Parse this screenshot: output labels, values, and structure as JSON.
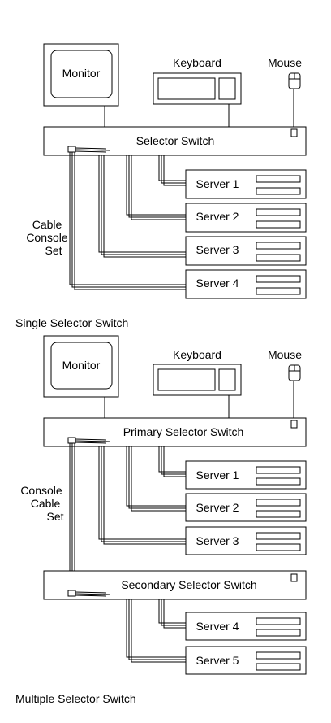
{
  "diagram1": {
    "monitor": "Monitor",
    "keyboard": "Keyboard",
    "mouse": "Mouse",
    "switch": "Selector Switch",
    "cable_line1": "Cable",
    "cable_line2": "Console",
    "cable_line3": "Set",
    "servers": [
      "Server 1",
      "Server 2",
      "Server 3",
      "Server 4"
    ],
    "caption": "Single Selector Switch"
  },
  "diagram2": {
    "monitor": "Monitor",
    "keyboard": "Keyboard",
    "mouse": "Mouse",
    "primary_switch": "Primary Selector Switch",
    "secondary_switch": "Secondary Selector Switch",
    "cable_line1": "Console",
    "cable_line2": "Cable",
    "cable_line3": "Set",
    "servers": [
      "Server 1",
      "Server 2",
      "Server 3",
      "Server 4",
      "Server 5"
    ],
    "caption": "Multiple Selector Switch"
  }
}
